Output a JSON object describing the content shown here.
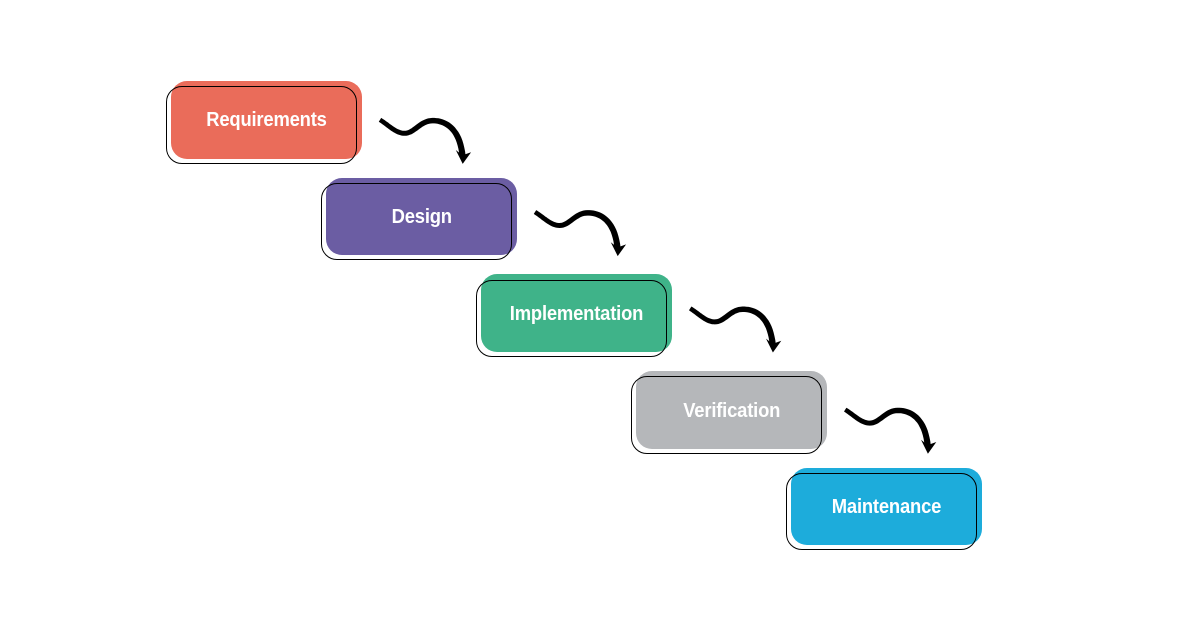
{
  "diagram": {
    "type": "waterfall-process-flow",
    "stages": [
      {
        "label": "Requirements",
        "color": "#ea6c5a"
      },
      {
        "label": "Design",
        "color": "#6b5da3"
      },
      {
        "label": "Implementation",
        "color": "#3fb389"
      },
      {
        "label": "Verification",
        "color": "#b5b7ba"
      },
      {
        "label": "Maintenance",
        "color": "#1dacdb"
      }
    ],
    "connections": [
      {
        "from": "Requirements",
        "to": "Design"
      },
      {
        "from": "Design",
        "to": "Implementation"
      },
      {
        "from": "Implementation",
        "to": "Verification"
      },
      {
        "from": "Verification",
        "to": "Maintenance"
      }
    ],
    "label_text_color": "#ffffff",
    "box_outline_color": "#000000",
    "arrow_color": "#000000",
    "background_color": "#ffffff"
  }
}
